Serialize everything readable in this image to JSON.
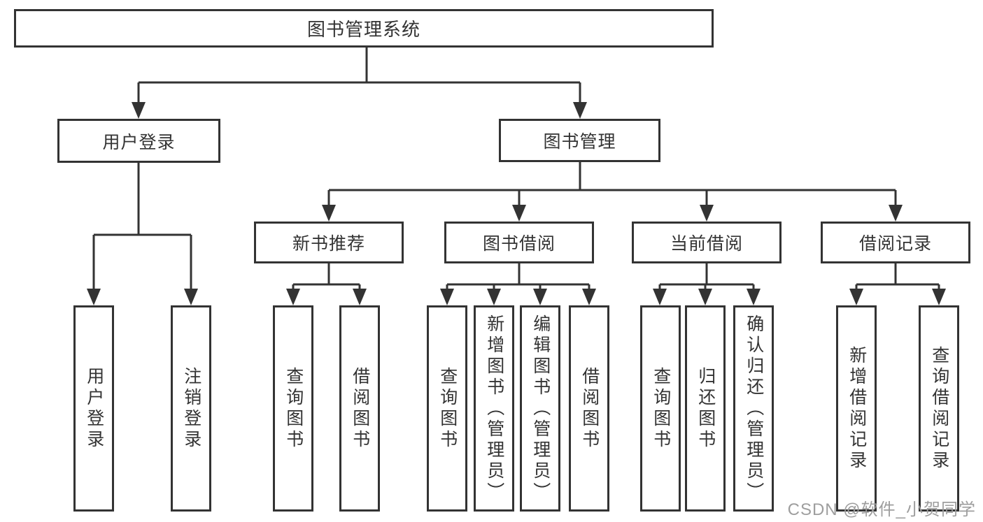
{
  "colors": {
    "line": "#333333",
    "text": "#333333",
    "background": "#ffffff",
    "watermark_gray": "#9e9e9e"
  },
  "watermark": {
    "text": "CSDN @软件_小贺同学"
  },
  "tree": {
    "label": "图书管理系统",
    "children": [
      {
        "label": "用户登录",
        "children": [
          {
            "label": "用户登录"
          },
          {
            "label": "注销登录"
          }
        ]
      },
      {
        "label": "图书管理",
        "children": [
          {
            "label": "新书推荐",
            "children": [
              {
                "label": "查询图书"
              },
              {
                "label": "借阅图书"
              }
            ]
          },
          {
            "label": "图书借阅",
            "children": [
              {
                "label": "查询图书"
              },
              {
                "label": "新增图书（管理员）"
              },
              {
                "label": "编辑图书（管理员）"
              },
              {
                "label": "借阅图书"
              }
            ]
          },
          {
            "label": "当前借阅",
            "children": [
              {
                "label": "查询图书"
              },
              {
                "label": "归还图书"
              },
              {
                "label": "确认归还（管理员）"
              }
            ]
          },
          {
            "label": "借阅记录",
            "children": [
              {
                "label": "新增借阅记录"
              },
              {
                "label": "查询借阅记录"
              }
            ]
          }
        ]
      }
    ]
  }
}
